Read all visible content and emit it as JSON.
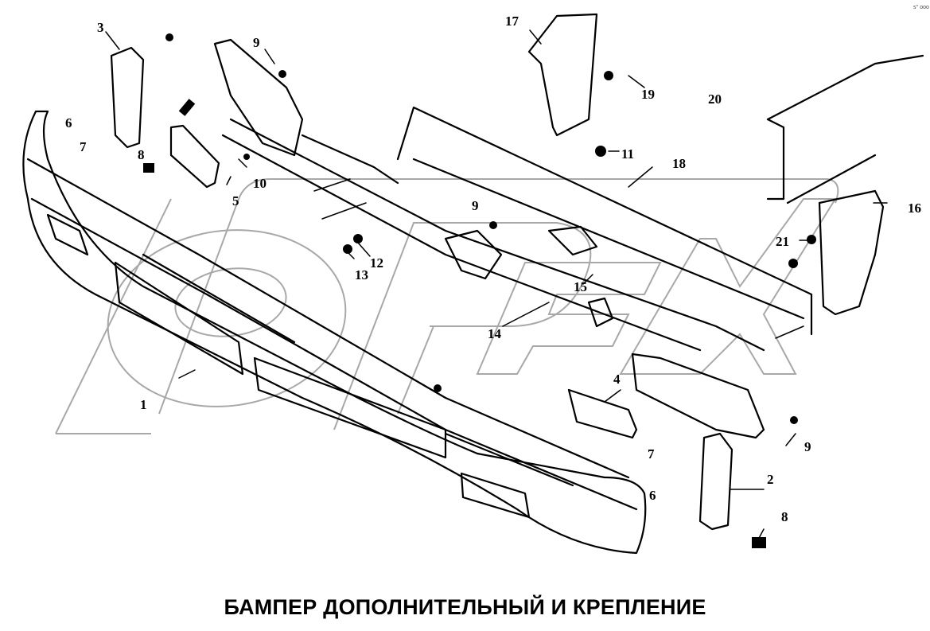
{
  "diagram": {
    "title": "БАМПЕР ДОПОЛНИТЕЛЬНЫЙ И КРЕПЛЕНИЕ",
    "watermark": "OPEX",
    "corner_mark": "s° ooo",
    "callouts": [
      {
        "id": "c1",
        "label": "1"
      },
      {
        "id": "c2",
        "label": "2"
      },
      {
        "id": "c3",
        "label": "3"
      },
      {
        "id": "c4",
        "label": "4"
      },
      {
        "id": "c5",
        "label": "5"
      },
      {
        "id": "c6a",
        "label": "6"
      },
      {
        "id": "c6b",
        "label": "6"
      },
      {
        "id": "c7a",
        "label": "7"
      },
      {
        "id": "c7b",
        "label": "7"
      },
      {
        "id": "c8a",
        "label": "8"
      },
      {
        "id": "c8b",
        "label": "8"
      },
      {
        "id": "c9a",
        "label": "9"
      },
      {
        "id": "c9b",
        "label": "9"
      },
      {
        "id": "c9c",
        "label": "9"
      },
      {
        "id": "c10",
        "label": "10"
      },
      {
        "id": "c11",
        "label": "11"
      },
      {
        "id": "c12",
        "label": "12"
      },
      {
        "id": "c13",
        "label": "13"
      },
      {
        "id": "c14",
        "label": "14"
      },
      {
        "id": "c15",
        "label": "15"
      },
      {
        "id": "c16",
        "label": "16"
      },
      {
        "id": "c17",
        "label": "17"
      },
      {
        "id": "c18",
        "label": "18"
      },
      {
        "id": "c19",
        "label": "19"
      },
      {
        "id": "c20",
        "label": "20"
      },
      {
        "id": "c21",
        "label": "21"
      }
    ]
  }
}
